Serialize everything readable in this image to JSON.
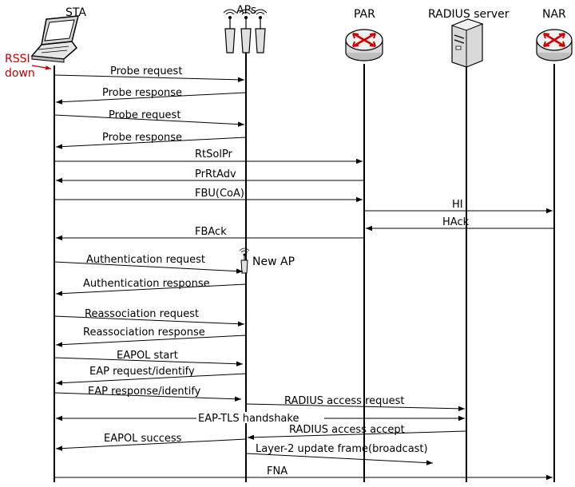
{
  "entities": [
    {
      "id": "sta",
      "label": "STA",
      "icon": "laptop-icon"
    },
    {
      "id": "aps",
      "label": "APs",
      "icon": "access-points-icon"
    },
    {
      "id": "par",
      "label": "PAR",
      "icon": "router-icon"
    },
    {
      "id": "radius",
      "label": "RADIUS server",
      "icon": "server-icon"
    },
    {
      "id": "nar",
      "label": "NAR",
      "icon": "router-icon"
    }
  ],
  "annotations": {
    "rssi_line1": "RSSI",
    "rssi_line2": "down",
    "new_ap": "New AP"
  },
  "messages": [
    {
      "label": "Probe request",
      "from": "sta",
      "to": "aps"
    },
    {
      "label": "Probe response",
      "from": "aps",
      "to": "sta"
    },
    {
      "label": "Probe request",
      "from": "sta",
      "to": "aps"
    },
    {
      "label": "Probe response",
      "from": "aps",
      "to": "sta"
    },
    {
      "label": "RtSolPr",
      "from": "sta",
      "to": "par"
    },
    {
      "label": "PrRtAdv",
      "from": "par",
      "to": "sta"
    },
    {
      "label": "FBU(CoA)",
      "from": "sta",
      "to": "par"
    },
    {
      "label": "HI",
      "from": "par",
      "to": "nar"
    },
    {
      "label": "HAck",
      "from": "nar",
      "to": "par"
    },
    {
      "label": "FBAck",
      "from": "par",
      "to": "sta"
    },
    {
      "label": "Authentication request",
      "from": "sta",
      "to": "aps"
    },
    {
      "label": "Authentication response",
      "from": "aps",
      "to": "sta"
    },
    {
      "label": "Reassociation request",
      "from": "sta",
      "to": "aps"
    },
    {
      "label": "Reassociation response",
      "from": "aps",
      "to": "sta"
    },
    {
      "label": "EAPOL start",
      "from": "sta",
      "to": "aps"
    },
    {
      "label": "EAP request/identify",
      "from": "aps",
      "to": "sta"
    },
    {
      "label": "EAP response/identify",
      "from": "sta",
      "to": "aps"
    },
    {
      "label": "RADIUS access request",
      "from": "aps",
      "to": "radius"
    },
    {
      "label": "EAP-TLS handshake",
      "from": "sta",
      "to": "radius",
      "bidirectional": true
    },
    {
      "label": "RADIUS access accept",
      "from": "radius",
      "to": "aps"
    },
    {
      "label": "EAPOL success",
      "from": "aps",
      "to": "sta"
    },
    {
      "label": "Layer-2 update frame(broadcast)",
      "from": "aps",
      "to": "broadcast"
    },
    {
      "label": "FNA",
      "from": "sta",
      "to": "nar"
    }
  ]
}
